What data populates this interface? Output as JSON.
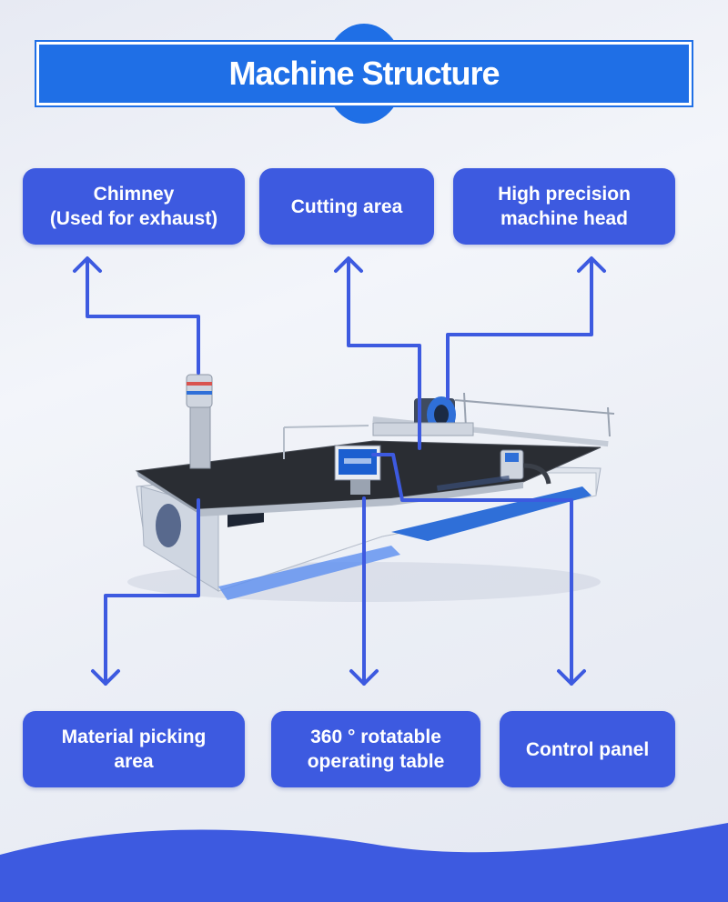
{
  "title": "Machine Structure",
  "labels": {
    "chimney": "Chimney\n(Used for exhaust)",
    "cutting_area": "Cutting area",
    "machine_head": "High precision\nmachine head",
    "material_picking": "Material picking\narea",
    "rotatable_table": "360 ° rotatable\noperating table",
    "control_panel": "Control panel"
  },
  "colors": {
    "accent": "#3d5ae0",
    "title_blue": "#1f6fe6",
    "machine_blue": "#2f6fd8"
  }
}
